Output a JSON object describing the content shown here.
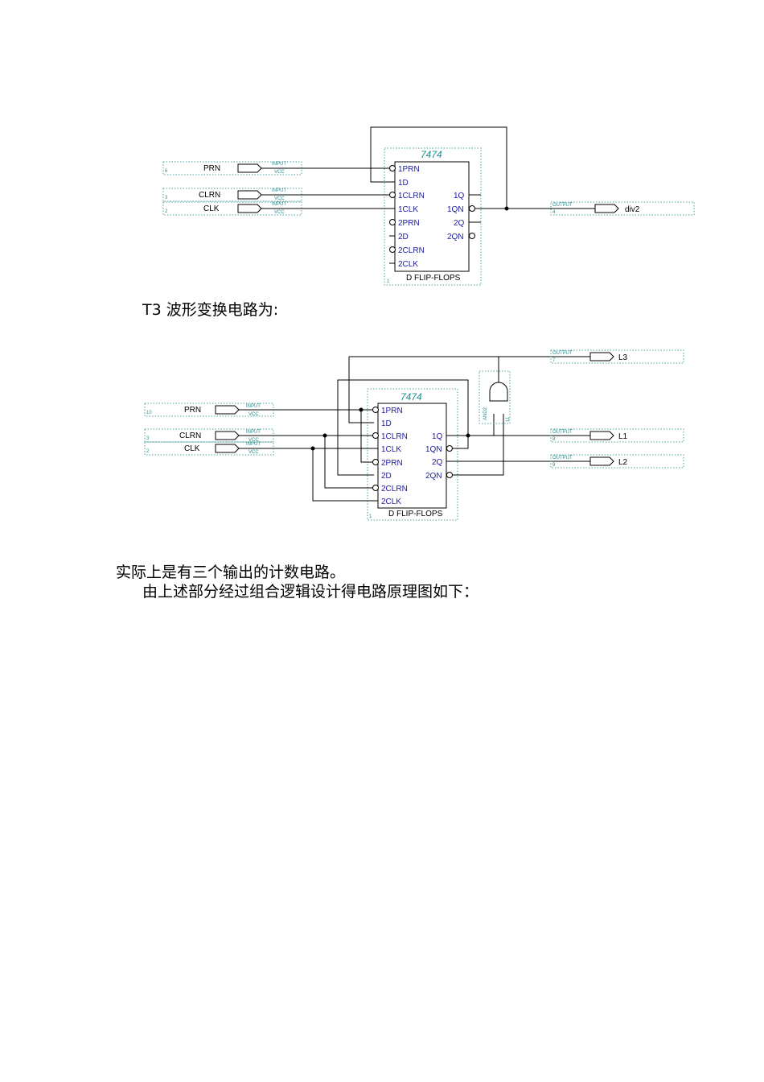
{
  "circuit1": {
    "part_name": "7474",
    "footer": "D FLIP-FLOPS",
    "index": "1",
    "pins_left": [
      "1PRN",
      "1D",
      "1CLRN",
      "1CLK",
      "2PRN",
      "2D",
      "2CLRN",
      "2CLK"
    ],
    "pins_right": [
      "1Q",
      "1QN",
      "2Q",
      "2QN"
    ],
    "inputs": [
      {
        "num": "6",
        "name": "PRN",
        "type": "INPUT",
        "sub": "VCC"
      },
      {
        "num": "3",
        "name": "CLRN",
        "type": "INPUT",
        "sub": "VCC"
      },
      {
        "num": "2",
        "name": "CLK",
        "type": "INPUT",
        "sub": "VCC"
      }
    ],
    "output": {
      "num": "4",
      "name": "div2",
      "type": "OUTPUT"
    }
  },
  "caption_t3": "T3 波形变换电路为:",
  "circuit2": {
    "part_name": "7474",
    "footer": "D FLIP-FLOPS",
    "index": "1",
    "pins_left": [
      "1PRN",
      "1D",
      "1CLRN",
      "1CLK",
      "2PRN",
      "2D",
      "2CLRN",
      "2CLK"
    ],
    "pins_right": [
      "1Q",
      "1QN",
      "2Q",
      "2QN"
    ],
    "inputs": [
      {
        "num": "10",
        "name": "PRN",
        "type": "INPUT",
        "sub": "VCC"
      },
      {
        "num": "3",
        "name": "CLRN",
        "type": "INPUT",
        "sub": "VCC"
      },
      {
        "num": "2",
        "name": "CLK",
        "type": "INPUT",
        "sub": "VCC"
      }
    ],
    "outputs": [
      {
        "num": "7",
        "name": "L3",
        "type": "OUTPUT"
      },
      {
        "num": "8",
        "name": "L1",
        "type": "OUTPUT"
      },
      {
        "num": "9",
        "name": "L2",
        "type": "OUTPUT"
      }
    ],
    "gate": {
      "name": "AND2",
      "index": "11"
    }
  },
  "para1": "实际上是有三个输出的计数电路。",
  "para2": "由上述部分经过组合逻辑设计得电路原理图如下："
}
